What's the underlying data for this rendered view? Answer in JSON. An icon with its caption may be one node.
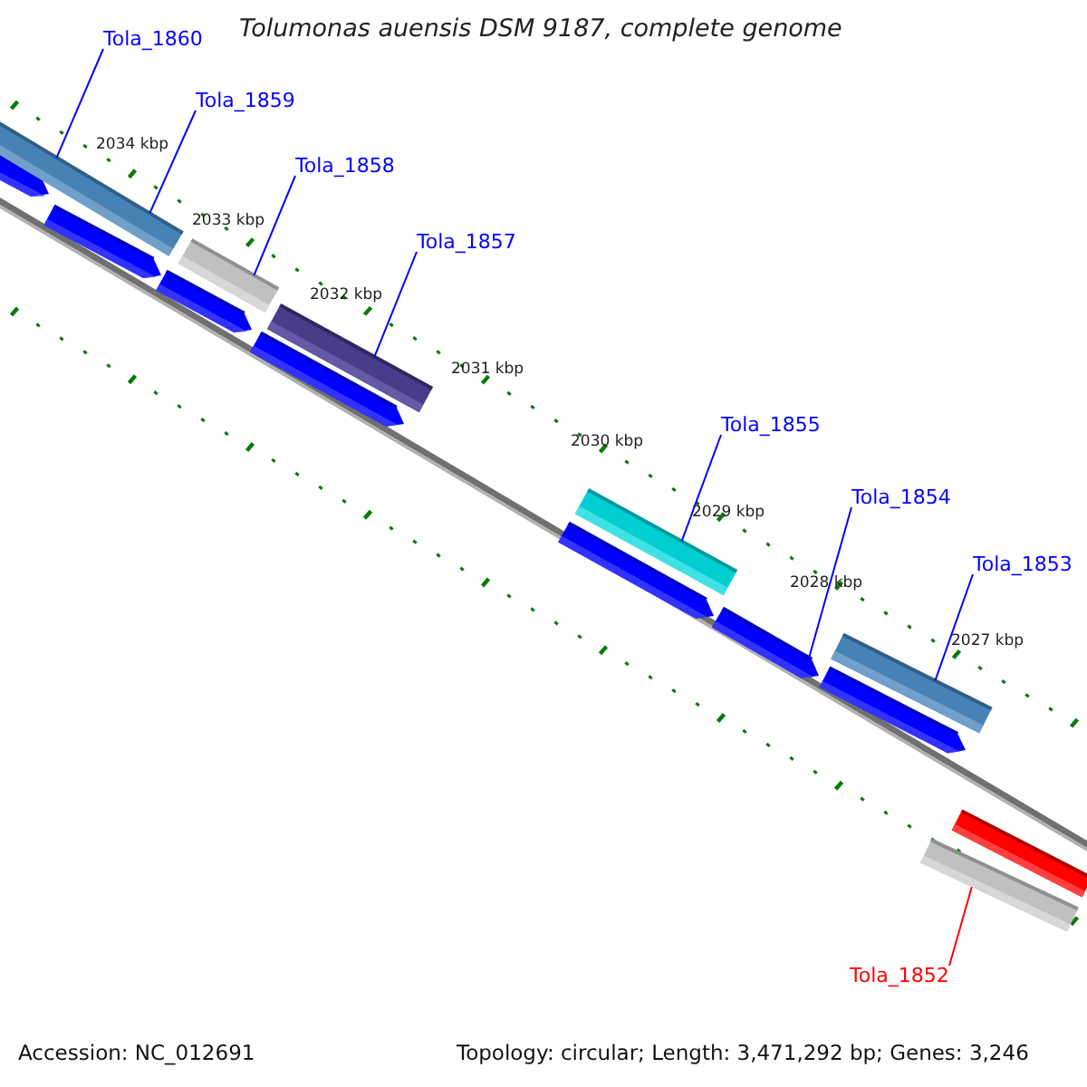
{
  "diagram": {
    "title": "Tolumonas auensis DSM 9187, complete genome",
    "nodes": [
      {
        "text": [
          "Tola_1860"
        ]
      },
      {
        "text": [],
        "shape": "bar"
      },
      {
        "text": [
          "Tola_1859"
        ]
      },
      {
        "text": [
          "Tola_1858"
        ]
      },
      {
        "text": [],
        "shape": "bar"
      },
      {
        "text": [
          "Tola_1857"
        ]
      },
      {
        "text": [],
        "shape": "bar"
      },
      {
        "text": [
          "Tola_1855"
        ]
      },
      {
        "text": [],
        "shape": "bar"
      },
      {
        "text": [
          "Tola_1854"
        ]
      },
      {
        "text": [],
        "shape": "bar"
      },
      {
        "text": [
          "Tola_1853"
        ]
      },
      {
        "text": [],
        "shape": "bar"
      },
      {
        "text": [],
        "shape": "bar"
      },
      {
        "text": [
          "Tola_1852"
        ]
      }
    ],
    "edges": [
      {
        "from": 0,
        "to": 1,
        "arrow": "none"
      },
      {
        "from": 2,
        "to": 1,
        "arrow": "none"
      },
      {
        "from": 3,
        "to": 4,
        "arrow": "none"
      },
      {
        "from": 5,
        "to": 6,
        "arrow": "none"
      },
      {
        "from": 7,
        "to": 8,
        "arrow": "none"
      },
      {
        "from": 9,
        "to": 10,
        "arrow": "none"
      },
      {
        "from": 11,
        "to": 12,
        "arrow": "none"
      },
      {
        "from": 14,
        "to": 13,
        "arrow": "none",
        "color": "#ff0000"
      }
    ],
    "labels": [
      "2034 kbp",
      "2033 kbp",
      "2032 kbp",
      "2031 kbp",
      "2030 kbp",
      "2029 kbp",
      "2028 kbp",
      "2027 kbp",
      "Accession: NC_012691",
      "Topology: circular; Length: 3,471,292 bp; Genes: 3,246"
    ]
  }
}
